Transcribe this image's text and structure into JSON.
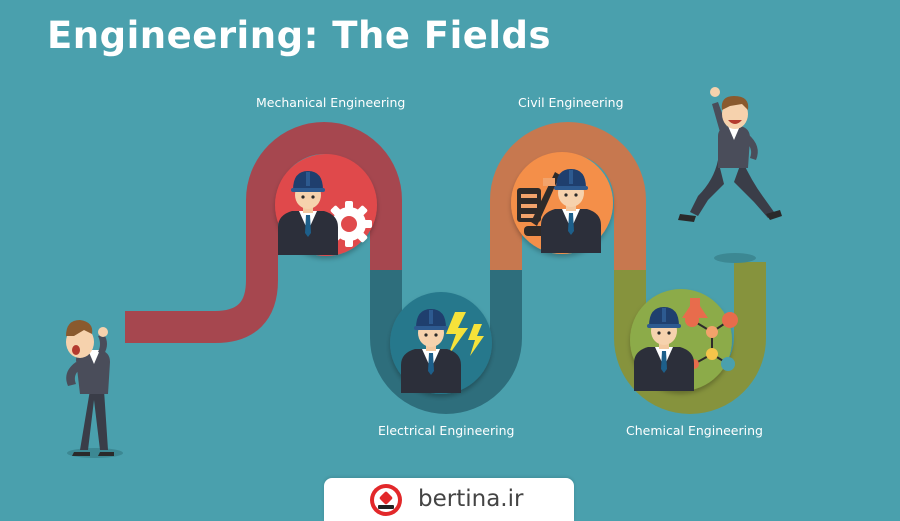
{
  "title": "Engineering: The Fields",
  "fields": [
    {
      "name": "Mechanical Engineering",
      "icon": "gear-icon",
      "color": "#e04a4c"
    },
    {
      "name": "Electrical Engineering",
      "icon": "lightning-icon",
      "color": "#27788c"
    },
    {
      "name": "Civil Engineering",
      "icon": "construction-icon",
      "color": "#f48f48"
    },
    {
      "name": "Chemical Engineering",
      "icon": "molecule-icon",
      "color": "#8cab48"
    }
  ],
  "watermark": {
    "text": "bertina.ir",
    "logo_icon": "bertina-logo-icon"
  },
  "colors": {
    "background": "#4aa0ad",
    "title_text": "#ffffff",
    "label_text": "#ffffff",
    "path_mechanical": "#a6474f",
    "path_electrical": "#2e6e7c",
    "path_civil": "#c7784f",
    "path_chemical": "#86933d",
    "watermark_bg": "#ffffff",
    "watermark_text": "#444444",
    "logo_red": "#e2282a",
    "logo_dark": "#222222"
  }
}
